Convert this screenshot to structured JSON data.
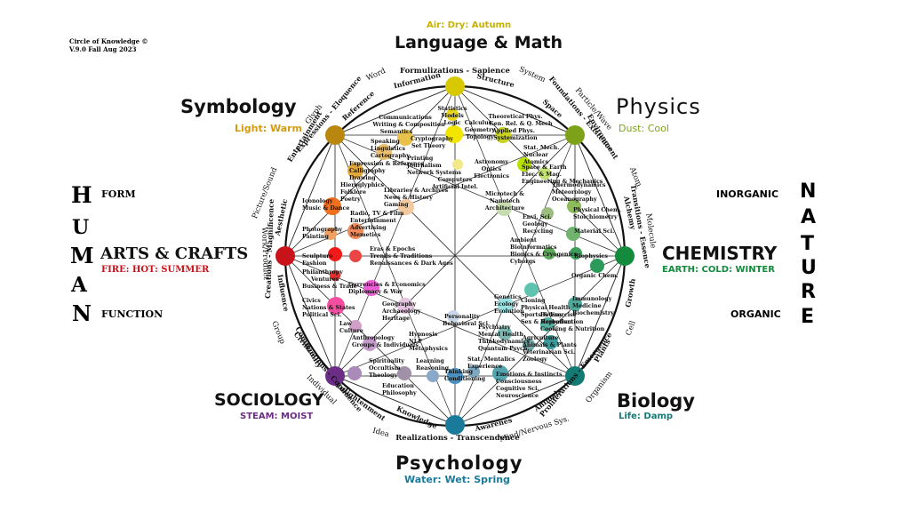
{
  "credit": {
    "line1": "Circle of Knowledge ©",
    "line2": "V.9.0 Fall Aug 2023"
  },
  "top": {
    "element": "Air: Dry: Autumn",
    "title": "Language & Math",
    "subtitle": "Sentence/Equation"
  },
  "bottom": {
    "title": "Psychology",
    "element": "Water: Wet: Spring",
    "subtitle": "Ego"
  },
  "symbology": {
    "title": "Symbology",
    "element": "Light: Warm"
  },
  "physics": {
    "title": "Physics",
    "element": "Dust: Cool"
  },
  "sociology": {
    "title": "SOCIOLOGY",
    "element": "STEAM: MOIST"
  },
  "biology": {
    "title": "Biology",
    "element": "Life: Damp"
  },
  "arts": {
    "title": "ARTS & CRAFTS",
    "element": "FIRE: HOT: SUMMER"
  },
  "chemistry": {
    "title": "CHEMISTRY",
    "element": "EARTH: COLD: WINTER"
  },
  "human": {
    "letters": [
      "H",
      "U",
      "M",
      "A",
      "N"
    ],
    "form": "FORM",
    "function": "FUNCTION"
  },
  "nature": {
    "letters": [
      "N",
      "A",
      "T",
      "U",
      "R",
      "E"
    ],
    "inorganic": "INORGANIC",
    "organic": "ORGANIC"
  },
  "ring_labels": [
    "Formulizations - Sapience",
    "Information",
    "Structure",
    "Word",
    "System",
    "Reference",
    "Expressions - Eloquence",
    "Entertainment",
    "Glyph",
    "Space",
    "Foundations - Existence",
    "Environment",
    "Particle/Wave",
    "Atom",
    "Alchemy",
    "Transitions - Essence",
    "Molecule",
    "Aesthetic",
    "Picture/Sound",
    "Creations - Magnificence",
    "Work/Product",
    "Influence",
    "Growth",
    "Cell",
    "Plants",
    "Group",
    "Community",
    "Civilizations - Confluence",
    "Individual",
    "Enlightenment",
    "Proliferations - Emergence",
    "Organism",
    "Animals",
    "Knowledge",
    "Realizations - Transcendence",
    "Awarenes",
    "Idea",
    "Mind/Nervous Sys."
  ],
  "inner_labels": [
    "Statistics",
    "Models",
    "Logic",
    "Communications",
    "Writing & Composition",
    "Semantics",
    "Cryptography",
    "Set Theory",
    "Calculus",
    "Geometry",
    "Topology",
    "Theoretical Phys.",
    "Gen. Rel. & Q. Mech",
    "Applied Phys.",
    "Systemization",
    "Speaking",
    "Linguistics",
    "Cartography",
    "Printing",
    "Journalism",
    "Network Systems",
    "Expression & Reference",
    "Calligraphy",
    "Drawing",
    "Hieroglyphics",
    "Folklore",
    "Poetry",
    "Computers",
    "Artificial Intel.",
    "Astronomy",
    "Optics",
    "Electronics",
    "Stat. Mech.",
    "Nuclear",
    "Atomics",
    "Space & Earth",
    "Elec. & Mag.",
    "Engineering & Mechanics",
    "Thermodynamics",
    "Meteorology",
    "Oceanography",
    "Libraries & Archives",
    "News & History",
    "Gaming",
    "Iconology",
    "Music & Dance",
    "Radio, TV & Film",
    "Entertainment",
    "Advertising",
    "Memetics",
    "Microtech &",
    "Nanotech",
    "Architecture",
    "Physical Chem.",
    "Stoichiometry",
    "Envi. Sci.",
    "Geology",
    "Recycling",
    "Material Sci.",
    "Photography",
    "Painting",
    "Eras & Epochs",
    "Trends & Traditions",
    "Renaissances & Dark Ages",
    "Ambient",
    "Bioinformatics",
    "Bionics & Cryogenics",
    "Cyborgs",
    "Biophysics",
    "Sculpture",
    "Fashion",
    "Philanthropy",
    "Ventures",
    "Business & Trade",
    "Currencies & Economics",
    "Diplomacy & War",
    "Organic Chem.",
    "Civics",
    "Nations & States",
    "Political Sci.",
    "Geography",
    "Archaeology",
    "Heritage",
    "Genetics",
    "Ecology",
    "Evolution",
    "Cloning",
    "Physical Health",
    "Sports & Exercise",
    "Sex & Reproduction",
    "Immunology",
    "Medicine",
    "Biochemistry",
    "Personality",
    "Behavioral Sci.",
    "Law",
    "Culture",
    "Anthropology",
    "Groups & Individuals",
    "Hypnosis",
    "NLP",
    "Metaphysics",
    "Psychiatry",
    "Mental Health",
    "Thinkodynamics",
    "Quantum Psych.",
    "Botany",
    "Herbalism",
    "Cooking & Nutrition",
    "Agriculture",
    "Animals & Plants",
    "Veterinarian Sci.",
    "Zoology",
    "Spirituality",
    "Occultism",
    "Theology",
    "Learning",
    "Reasoning",
    "Stat. Mentalics",
    "Experience",
    "Emotions & Instincts",
    "Consciousness",
    "Cognitive Sci.",
    "Neuroscience",
    "Education",
    "Philosophy",
    "Thinking",
    "Conditioning"
  ],
  "colors": {
    "lang": "#d7c800",
    "symbology": "#b9860e",
    "physics": "#7da21a",
    "sociology": "#6b2d86",
    "biology": "#137a74",
    "arts": "#c9131b",
    "chemistry": "#138a3c",
    "psych": "#1a7a9a",
    "air": "#c7b200"
  }
}
